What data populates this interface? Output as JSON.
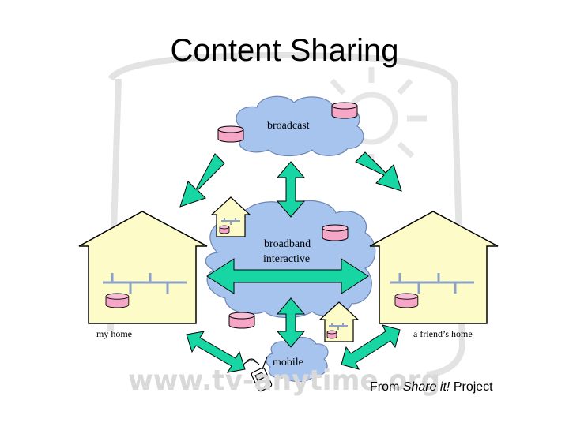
{
  "title": "Content Sharing",
  "nodes": {
    "broadcast": "broadcast",
    "broadband_line1": "broadband",
    "broadband_line2": "interactive",
    "mobile": "mobile",
    "my_home": "my home",
    "friend_home": "a friend’s home"
  },
  "watermark": "www.tv-anytime.org",
  "credit": {
    "prefix": "From ",
    "emphasis": "Share it!",
    "suffix": " Project"
  },
  "colors": {
    "cloud": "#a7c4ee",
    "cloud_stroke": "#6f86b3",
    "house": "#fdfcc9",
    "arrow": "#17d6a3",
    "disk": "#f6a6c7",
    "watermark": "#d9d9d9"
  }
}
